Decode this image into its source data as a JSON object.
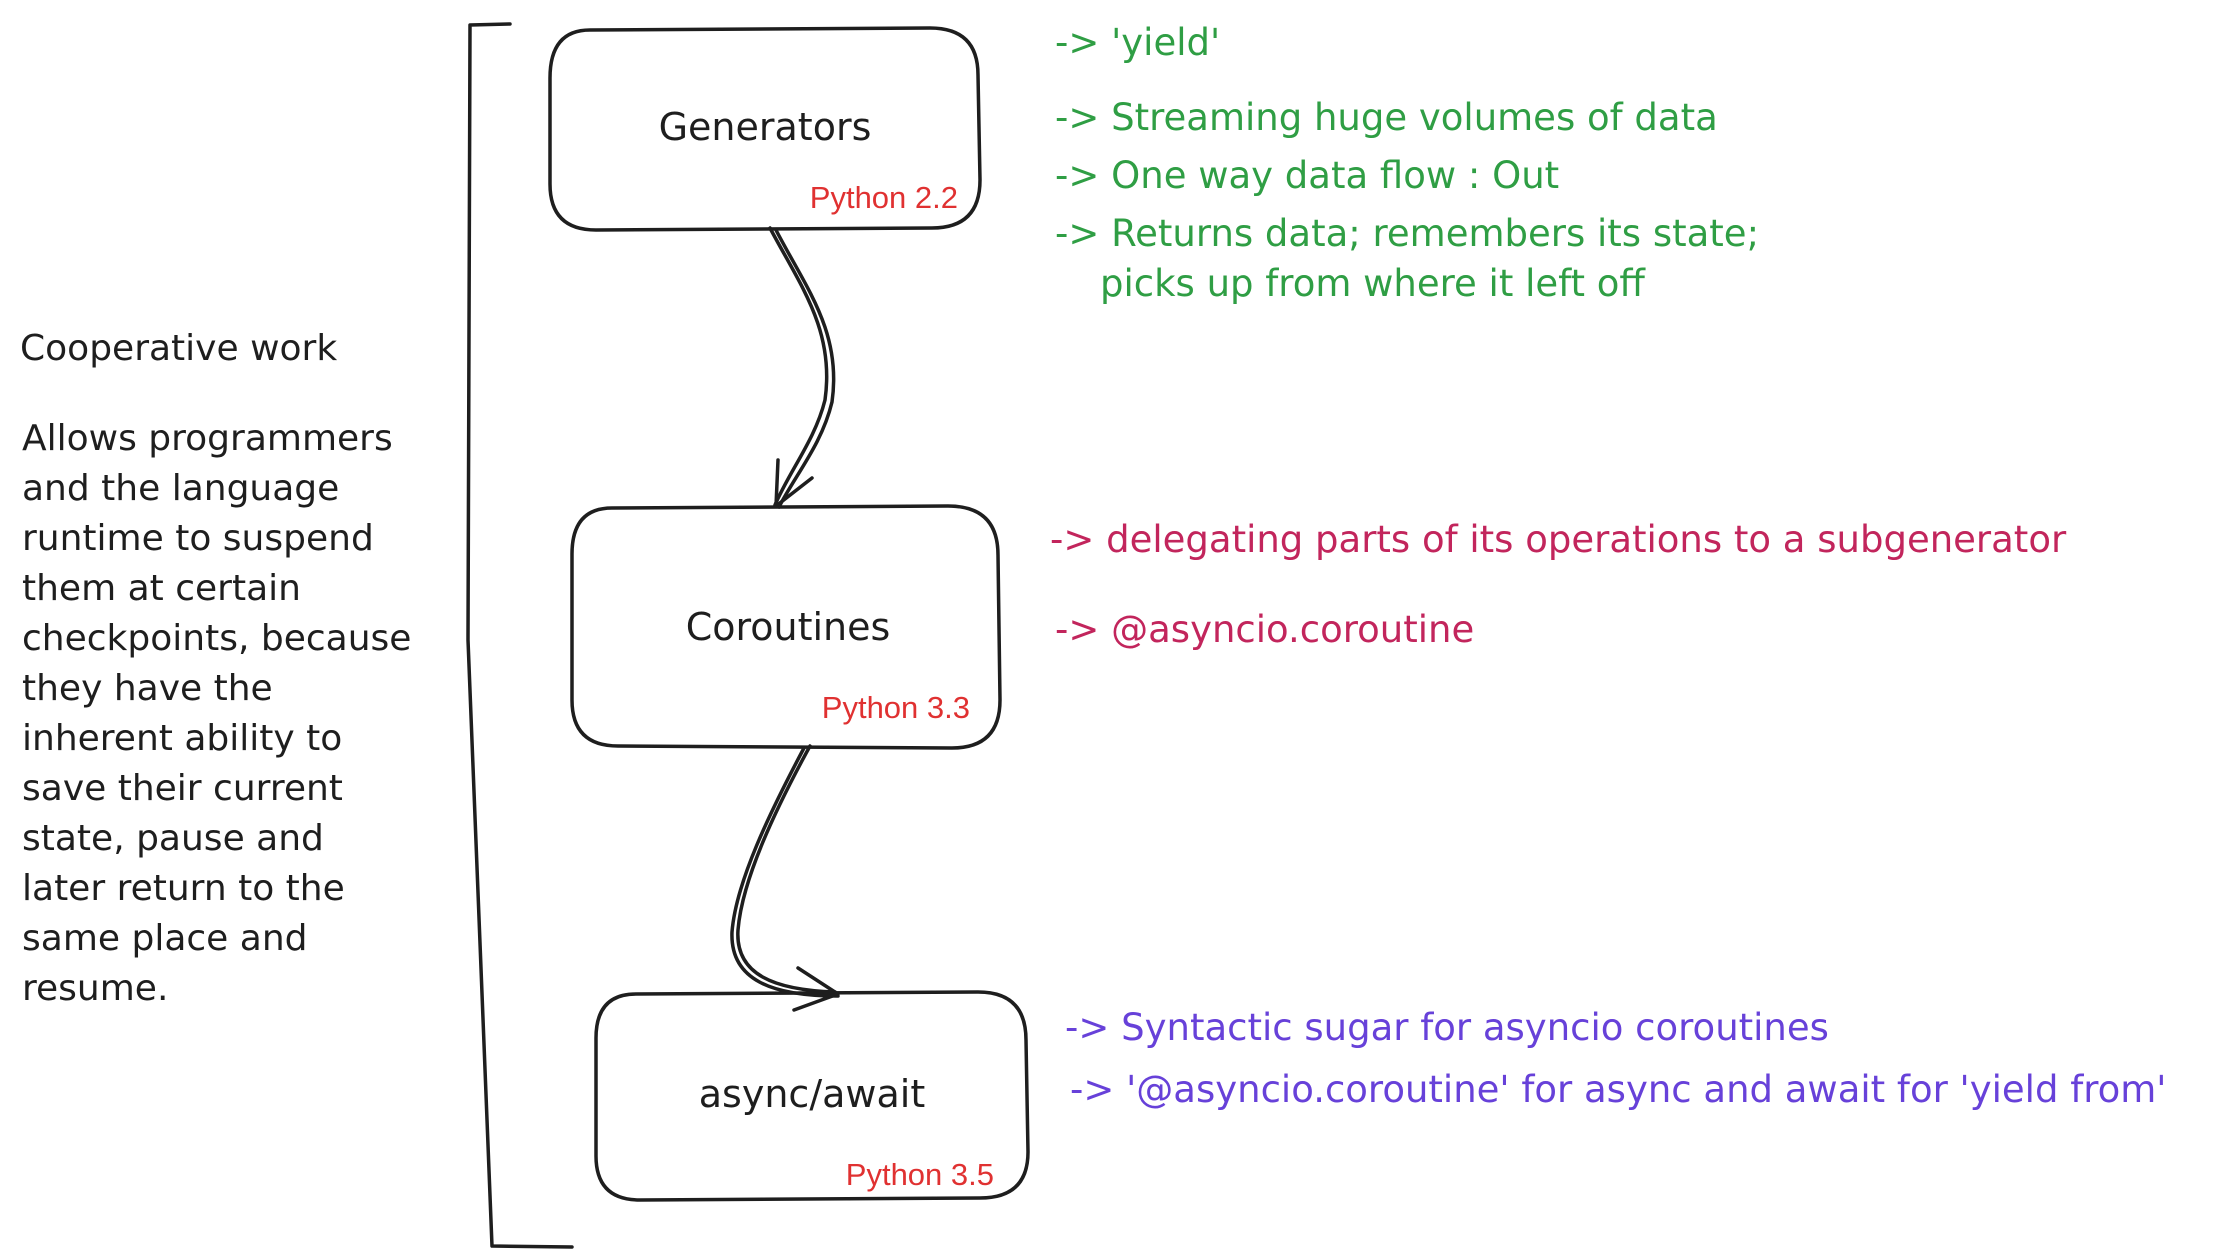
{
  "colors": {
    "ink": "#1e1e1e",
    "version": "#e03131",
    "green": "#2f9e44",
    "red": "#c2255c",
    "purple": "#6741d9"
  },
  "sidebar": {
    "heading": "Cooperative work",
    "lines": [
      "Allows programmers",
      "and the language",
      "runtime to suspend",
      "them at certain",
      "checkpoints, because",
      "they have the",
      "inherent ability to",
      "save their current",
      "state, pause and",
      "later return to the",
      "same place and",
      "resume."
    ]
  },
  "nodes": [
    {
      "title": "Generators",
      "version": "Python 2.2"
    },
    {
      "title": "Coroutines",
      "version": "Python 3.3"
    },
    {
      "title": "async/await",
      "version": "Python 3.5"
    }
  ],
  "notes": {
    "generators": [
      "-> 'yield'",
      "-> Streaming huge volumes of data",
      "-> One way data flow : Out",
      "-> Returns data; remembers its state;",
      "picks up from where it left off"
    ],
    "coroutines": [
      "-> delegating parts of its operations to a subgenerator",
      "-> @asyncio.coroutine"
    ],
    "async_await": [
      "-> Syntactic sugar for asyncio coroutines",
      "-> '@asyncio.coroutine' for async and await for 'yield from'"
    ]
  }
}
